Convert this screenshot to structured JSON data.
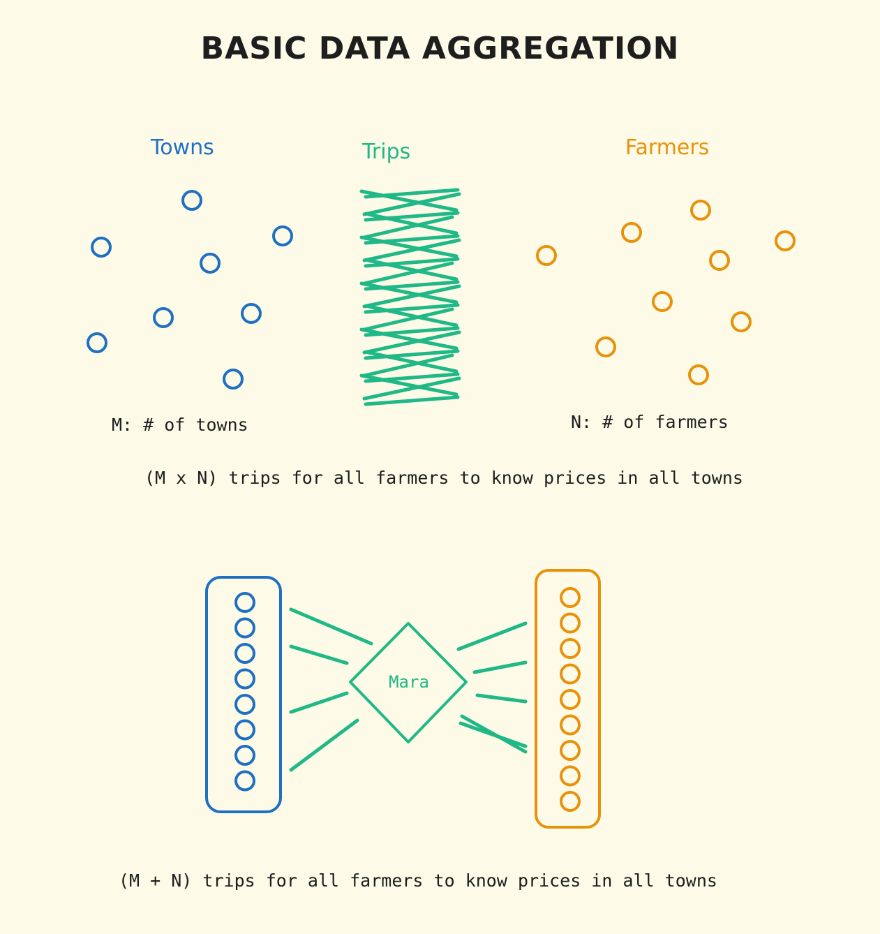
{
  "title": "BASIC DATA AGGREGATION",
  "groups": {
    "towns": {
      "label": "Towns",
      "color": "#1f6fc2"
    },
    "trips": {
      "label": "Trips",
      "color": "#1fb886"
    },
    "farmers": {
      "label": "Farmers",
      "color": "#e8920c"
    }
  },
  "captions": {
    "towns_count": "M: # of towns",
    "farmers_count": "N: # of farmers",
    "direct_trips": "(M x N) trips for all farmers to know prices in all towns",
    "aggregated_trips": "(M + N) trips for all farmers to know prices in all towns"
  },
  "aggregator": {
    "label": "Mara"
  }
}
